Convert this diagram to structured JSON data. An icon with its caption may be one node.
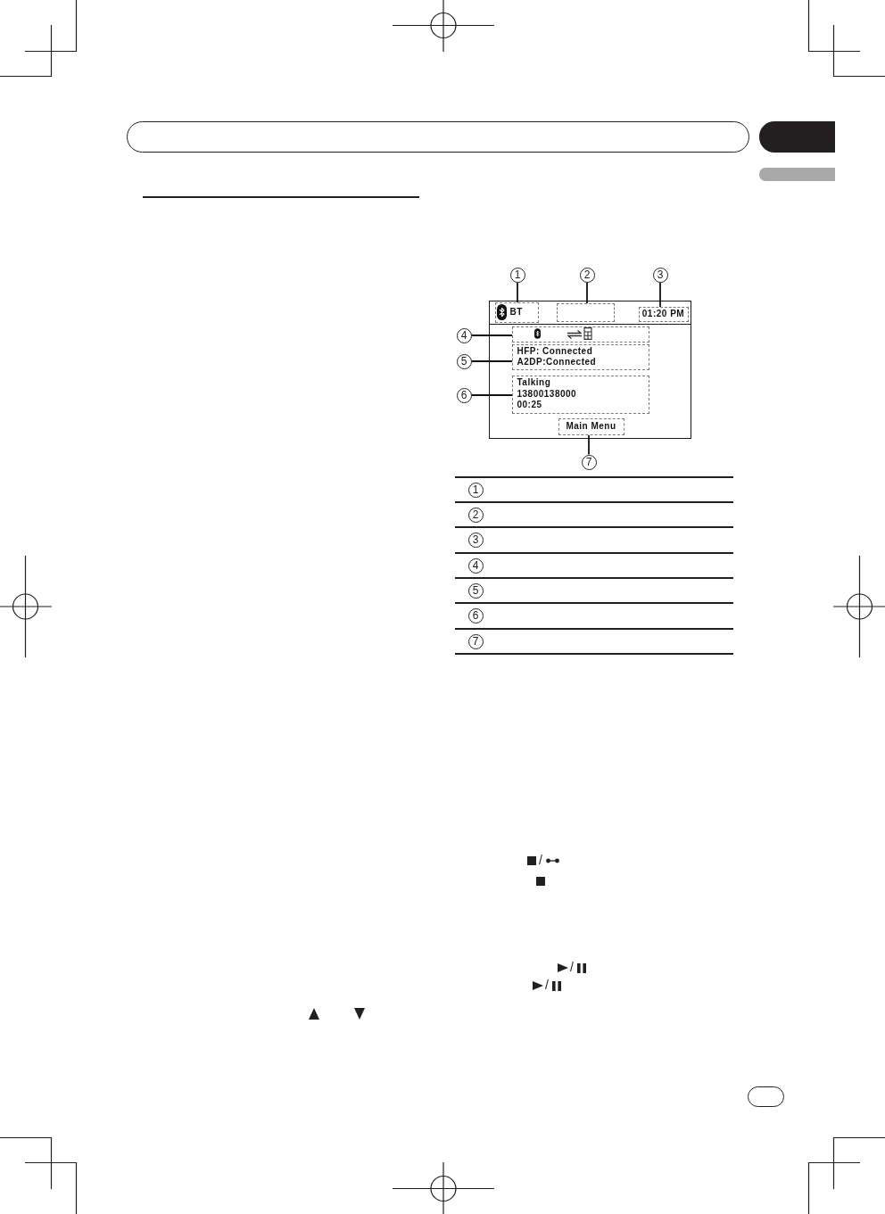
{
  "diagram": {
    "nodes": [
      {
        "text": [],
        "shape": "bar"
      },
      {
        "text": [],
        "shape": "bar"
      },
      {
        "text": [],
        "shape": "box"
      },
      {
        "text": [
          "BT"
        ],
        "in": 2
      },
      {
        "text": [],
        "shape": "box",
        "in": 2
      },
      {
        "text": [
          "01:20 PM"
        ],
        "in": 2
      },
      {
        "text": [],
        "shape": "box",
        "in": 2
      },
      {
        "text": [
          "HFP: Connected",
          "A2DP:Connected"
        ],
        "in": 2
      },
      {
        "text": [
          "Talking",
          "13800138000",
          "00:25"
        ],
        "in": 2
      },
      {
        "text": [
          "Main Menu"
        ],
        "in": 2
      },
      {
        "text": [
          "1"
        ]
      },
      {
        "text": [
          "2"
        ]
      },
      {
        "text": [
          "3"
        ]
      },
      {
        "text": [
          "4"
        ]
      },
      {
        "text": [
          "5"
        ]
      },
      {
        "text": [
          "6"
        ]
      },
      {
        "text": [
          "7"
        ]
      }
    ],
    "edges": [
      {
        "from": 10,
        "to": 3,
        "arrow": "none"
      },
      {
        "from": 11,
        "to": 4,
        "arrow": "none"
      },
      {
        "from": 12,
        "to": 5,
        "arrow": "none"
      },
      {
        "from": 13,
        "to": 6,
        "arrow": "none"
      },
      {
        "from": 14,
        "to": 7,
        "arrow": "none"
      },
      {
        "from": 15,
        "to": 8,
        "arrow": "none"
      },
      {
        "from": 16,
        "to": 9,
        "arrow": "none"
      }
    ],
    "labels": [
      "1",
      "2",
      "3",
      "4",
      "5",
      "6",
      "7",
      "/",
      "/",
      "/"
    ]
  }
}
